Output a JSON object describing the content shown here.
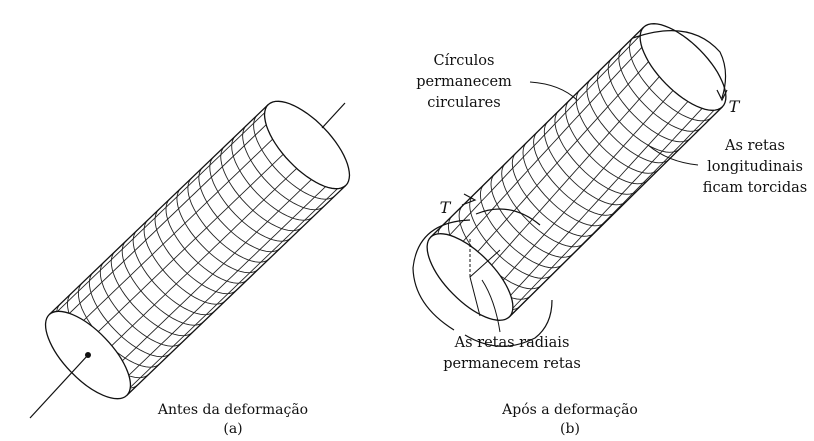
{
  "panel_a": {
    "caption": "Antes da deformação",
    "sub": "(a)"
  },
  "panel_b": {
    "caption": "Após a deformação",
    "sub": "(b)",
    "torque_top": "T",
    "torque_bottom": "T",
    "note_circles": [
      "Círculos",
      "permanecem",
      "circulares"
    ],
    "note_longitudinal": [
      "As retas",
      "longitudinais",
      "ficam torcidas"
    ],
    "note_radial": [
      "As retas radiais",
      "permanecem retas"
    ]
  }
}
